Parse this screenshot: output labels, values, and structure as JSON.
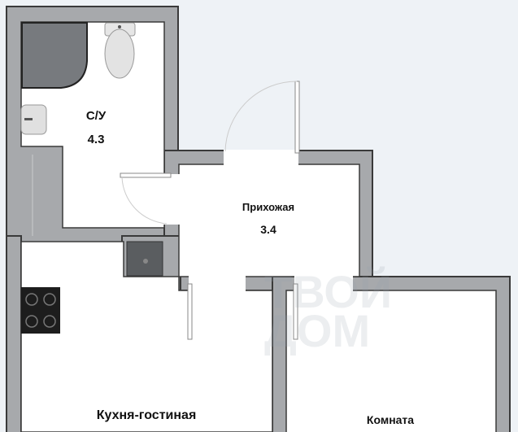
{
  "plan": {
    "rooms": [
      {
        "name": "С/У",
        "area": "4.3"
      },
      {
        "name": "Прихожая",
        "area": "3.4"
      },
      {
        "name": "Кухня-гостиная"
      },
      {
        "name": "Комната"
      }
    ],
    "watermark": "твой дом"
  },
  "colors": {
    "wall": "#a7a9ac",
    "outline": "#3a3a3a",
    "room": "#ffffff",
    "outside": "#eef2f6"
  }
}
